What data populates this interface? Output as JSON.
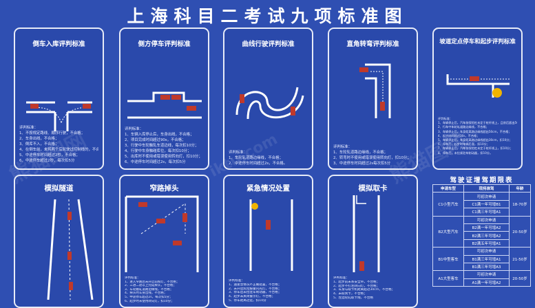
{
  "title": "上海科目二考试九项标准图",
  "cards": {
    "c1": {
      "title": "倒车入库评判标准",
      "rules": [
        "评判标准：",
        "1、不按规定路线、顺序行驶，不合格；",
        "2、车身出线，不合格；",
        "3、倒库不入，不合格；",
        "4、在倒车前，未将两个后轮驶过控制线的，不合格；",
        "5、中途停车时间超过2秒，不合格；",
        "6、中途停车超过2秒，每次扣5分"
      ]
    },
    "c2": {
      "title": "侧方停车评判标准",
      "rules": [
        "评判标准：",
        "1、车辆入库停止后，车身出线，不合格；",
        "2、项目完成时间超过90s，不合格；",
        "3、行驶中车轮触轧车道边线，每次扣10分；",
        "4、行驶中车身触碰库位，每次扣10分；",
        "5、出库时不使用或错误使用转向灯，扣10分；",
        "6、中途停车时间超过2s，每次扣5分"
      ]
    },
    "c3": {
      "title": "曲线行驶评判标准",
      "rules": [
        "评判标准：",
        "1、车轮轧道路边缘线，不合格；",
        "2、中途停车时间超过2s，不合格。"
      ]
    },
    "c4": {
      "title": "直角转弯评判标准",
      "rules": [
        "评判标准：",
        "1、车轮轧道路边缘线，不合格；",
        "2、转弯时不使用或错误使用转向灯，扣10分；",
        "3、中途停车时间超过2s每次扣5分"
      ]
    },
    "c5": {
      "title": "坡道定点停车和起步评判标准",
      "rules": [
        "评判标准：",
        "1、车辆停止后，汽车前保险杠未定于桩杆线上，且前后超出50cm，不合格；",
        "2、行车中车轮轧道路边缘线，不合格；",
        "3、车辆停止后，车身距离路边缘线超出50cm，不合格；",
        "4、起步时间超过30s，不合格；",
        "5、车辆停止后，车身距离路边缘线超出30cm，扣10分；",
        "6、停车后，起步时车辆后溜，扣10分；",
        "7、车辆停止后，汽车前保险杠未定于桩杆线上，扣10分；",
        "8、停车后，未拉紧驻车制动器，扣10分。"
      ]
    },
    "c6": {
      "title": "模拟隧道",
      "rules": []
    },
    "c7": {
      "title": "窄路掉头",
      "rules": [
        "评判标准：",
        "1、进入窄路后未开启前照灯，不合格；",
        "2、三进二退以上完成掉头，不合格；",
        "3、车轮触轧道路边缘线，不合格；",
        "4、掉头时车身出线，不合格；",
        "5、中途停车超过2s，每次扣5分；",
        "6、起步时未使用转向灯，扣10分；",
        "7、驶出时未关闭前照灯，扣10分"
      ]
    },
    "c8": {
      "title": "紧急情况处置",
      "rules": [
        "评判标准：",
        "1、遇紧急情况不正确处置，不合格；",
        "2、未开启危险报警闪光灯，不合格；",
        "3、停车后未拉驻车制动器，不合格；",
        "4、起步未关闭警示灯，不合格；",
        "5、停车距离过远，扣10分"
      ]
    },
    "c9": {
      "title": "模拟取卡",
      "rules": [
        "评判标准：",
        "1、起步前未系安全带，不合格；",
        "2、起步不打左转向灯，不合格；",
        "3、车身与取卡机距离超过30cm，不合格；",
        "4、未取到卡，不合格；",
        "5、左边轮轧取卡线，不合格"
      ]
    }
  },
  "license_table": {
    "title": "驾驶证增驾期限表",
    "headers": [
      "申请车型",
      "现持准驾",
      "年龄"
    ],
    "groups": [
      {
        "type": "C1小型汽车",
        "rows": [
          "可初次申请",
          "C1满一年可增B1",
          "C1满三年可增A1"
        ],
        "age": "18-70岁"
      },
      {
        "type": "B2大型汽车",
        "rows": [
          "可初次申请",
          "B2满一年可增A2",
          "B2满三年可增A2",
          "B2满五年可增A1"
        ],
        "age": "20-50岁"
      },
      {
        "type": "B1中型客车",
        "rows": [
          "可初次申请",
          "B1满三年可增A1",
          "B1满三年可增A3"
        ],
        "age": "21-50岁"
      },
      {
        "type": "A1大型客车",
        "rows": [
          "可初次申请",
          "A1满一年可增A2"
        ],
        "age": "20-50岁"
      }
    ]
  },
  "watermarks": [
    "熊猫图网",
    "iktu.com"
  ]
}
